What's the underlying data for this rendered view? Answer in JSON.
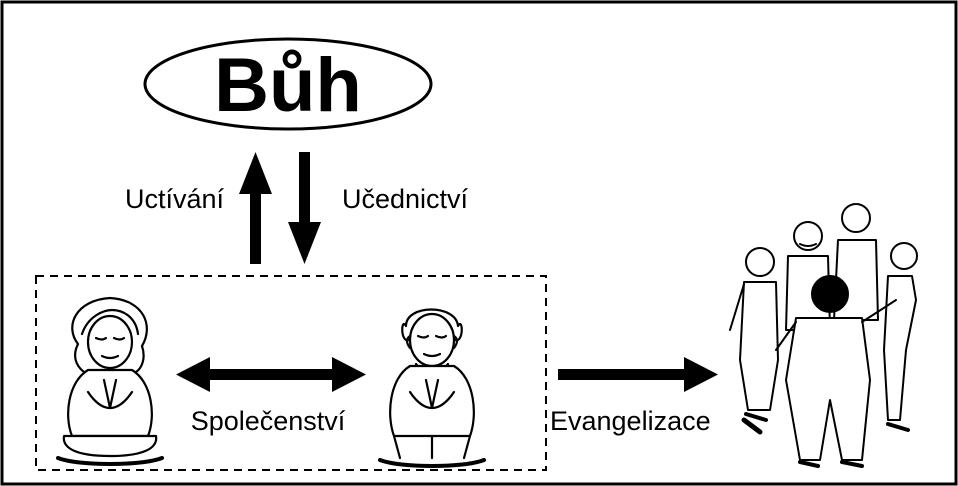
{
  "diagram": {
    "god_label": "Bůh",
    "worship_label": "Uctívání",
    "discipleship_label": "Učednictví",
    "fellowship_label": "Společenství",
    "evangelism_label": "Evangelizace"
  },
  "icons": {
    "person_left": "praying-person-icon",
    "person_right": "praying-person-icon",
    "crowd": "group-of-people-icon"
  },
  "colors": {
    "ink": "#000000",
    "background": "#ffffff"
  }
}
